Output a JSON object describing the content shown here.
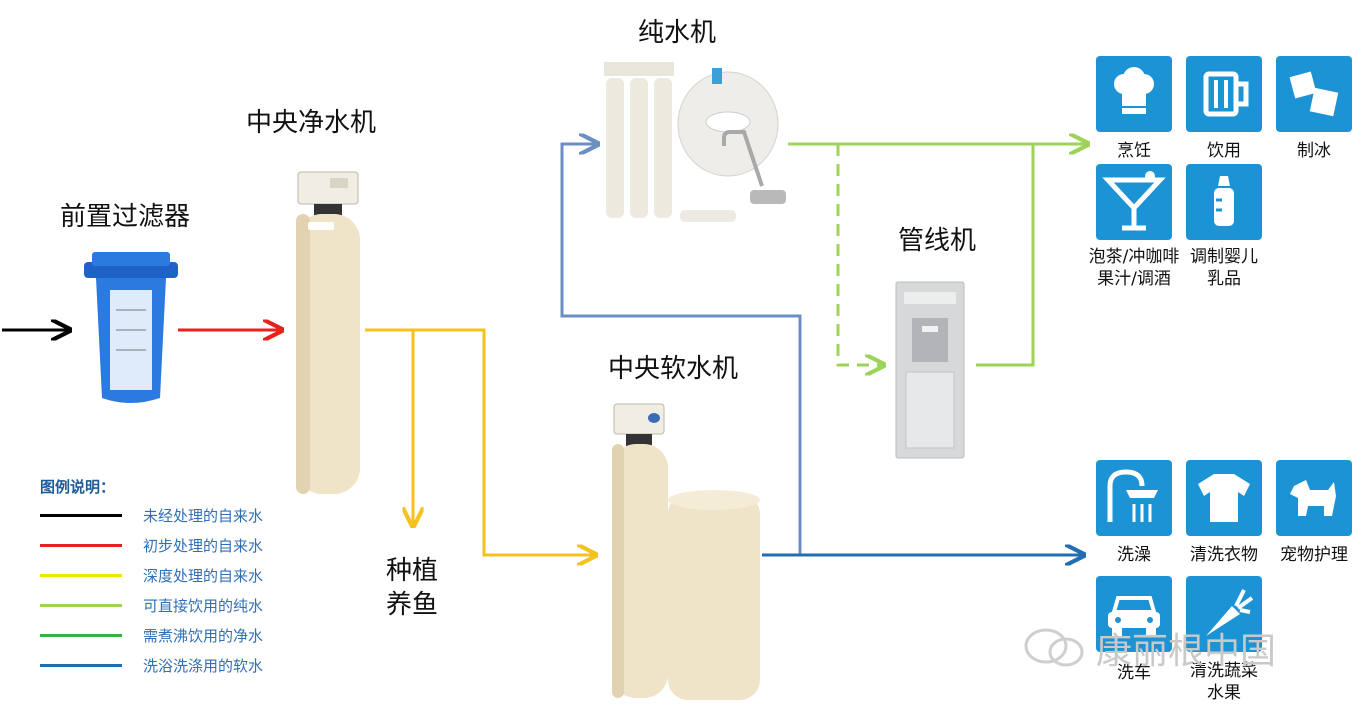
{
  "components": {
    "pre_filter": "前置过滤器",
    "central_purifier": "中央净水机",
    "ro_machine": "纯水机",
    "pipeline_machine": "管线机",
    "central_softener": "中央软水机",
    "plant_fish_line1": "种植",
    "plant_fish_line2": "养鱼"
  },
  "uses_drink": [
    {
      "label": "烹饪",
      "icon": "chef-hat-icon"
    },
    {
      "label": "饮用",
      "icon": "beer-mug-icon"
    },
    {
      "label": "制冰",
      "icon": "ice-cubes-icon"
    },
    {
      "label_line1": "泡茶/冲咖啡",
      "label_line2": "果汁/调酒",
      "icon": "cocktail-glass-icon"
    },
    {
      "label_line1": "调制婴儿",
      "label_line2": "乳品",
      "icon": "baby-bottle-icon"
    }
  ],
  "uses_soft": [
    {
      "label": "洗澡",
      "icon": "shower-icon"
    },
    {
      "label": "清洗衣物",
      "icon": "t-shirt-icon"
    },
    {
      "label": "宠物护理",
      "icon": "dog-icon"
    },
    {
      "label": "洗车",
      "icon": "car-icon"
    },
    {
      "label_line1": "清洗蔬菜",
      "label_line2": "水果",
      "icon": "carrot-icon"
    }
  ],
  "legend": {
    "title": "图例说明：",
    "items": [
      {
        "label": "未经处理的自来水",
        "color": "#000000"
      },
      {
        "label": "初步处理的自来水",
        "color": "#e8211d"
      },
      {
        "label": "深度处理的自来水",
        "color": "#f2e600"
      },
      {
        "label": "可直接饮用的纯水",
        "color": "#9ed35a"
      },
      {
        "label": "需煮沸饮用的净水",
        "color": "#2fb34a"
      },
      {
        "label": "洗浴洗涤用的软水",
        "color": "#1f6fb4"
      }
    ]
  },
  "colors": {
    "raw": "#000000",
    "initial": "#e8211d",
    "deep": "#f4c21e",
    "pure": "#9ed35a",
    "soft_ro": "#6b8fc4",
    "soft": "#1f6fb4",
    "tile": "#1b93d4"
  },
  "watermark": "康丽根中国"
}
